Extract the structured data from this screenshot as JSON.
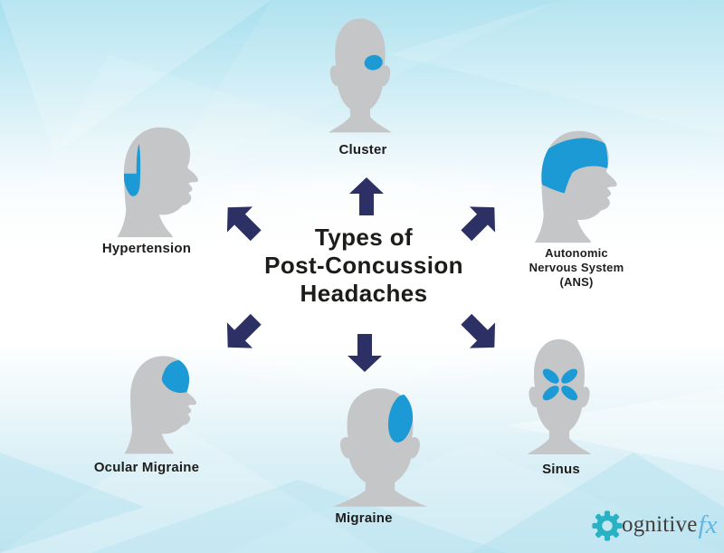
{
  "title": {
    "line1": "Types of",
    "line2": "Post-Concussion",
    "line3": "Headaches"
  },
  "types": {
    "cluster": {
      "label": "Cluster",
      "view": "front",
      "pain_area": "oval over right brow/eye"
    },
    "ans": {
      "label": "Autonomic\nNervous System\n(ANS)",
      "view": "profile",
      "pain_area": "band around forehead and back of head"
    },
    "sinus": {
      "label": "Sinus",
      "view": "front",
      "pain_area": "butterfly over nose/cheeks"
    },
    "migraine": {
      "label": "Migraine",
      "view": "back",
      "pain_area": "large oval upper right of head"
    },
    "ocular": {
      "label": "Ocular Migraine",
      "view": "profile",
      "pain_area": "blob over forehead and eye"
    },
    "hypertension": {
      "label": "Hypertension",
      "view": "profile",
      "pain_area": "back of head"
    }
  },
  "logo": {
    "word": "ognitive",
    "suffix": "fx"
  },
  "colors": {
    "head_gray": "#c5c6c8",
    "pain_blue": "#1b9ad6",
    "arrow_navy": "#2d3064",
    "text_black": "#1d1d1b",
    "background_top": "#a7dfee",
    "background_bottom": "#c9e9f3",
    "logo_gear_teal": "#29b2c3",
    "logo_text_gray": "#3f3f3e",
    "logo_fx_blue": "#64b5e0"
  }
}
